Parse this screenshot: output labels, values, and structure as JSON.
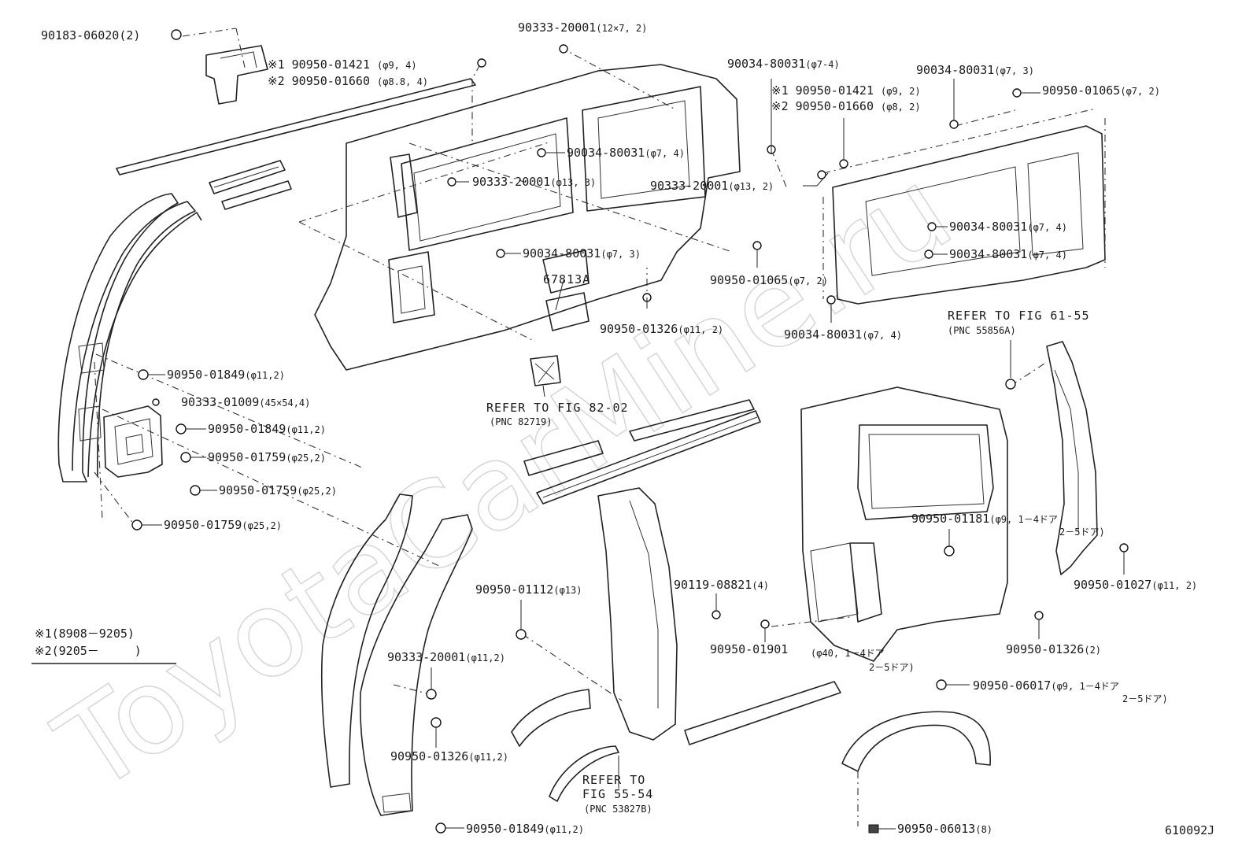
{
  "watermark": "ToyotaCarMine.ru",
  "figure_code": "610092J",
  "legend": {
    "line1": "※1(8908－9205)",
    "line2": "※2(9205－　　　)"
  },
  "callouts": [
    {
      "id": "c01",
      "part": "90183-06020",
      "spec": "(2)"
    },
    {
      "id": "c02",
      "part": "※1 90950-01421",
      "spec": "(φ9, 4)"
    },
    {
      "id": "c03",
      "part": "※2 90950-01660",
      "spec": "(φ8.8, 4)"
    },
    {
      "id": "c04",
      "part": "90333-20001",
      "spec": "(12×7, 2)"
    },
    {
      "id": "c05",
      "part": "90034-80031",
      "spec": "(φ7, 4)"
    },
    {
      "id": "c06",
      "part": "90333-20001",
      "spec": "(φ13, 3)"
    },
    {
      "id": "c07",
      "part": "90034-80031",
      "spec": "(φ7, 3)"
    },
    {
      "id": "c08",
      "part": "67813A",
      "spec": ""
    },
    {
      "id": "c09",
      "part": "90950-01326",
      "spec": "(φ11, 2)"
    },
    {
      "id": "c10",
      "part": "90034-80031",
      "spec": "(φ7-4)"
    },
    {
      "id": "c11",
      "part": "※1 90950-01421",
      "spec": "(φ9, 2)"
    },
    {
      "id": "c12",
      "part": "※2 90950-01660",
      "spec": "(φ8, 2)"
    },
    {
      "id": "c13",
      "part": "90333-20001",
      "spec": "(φ13, 2)"
    },
    {
      "id": "c14",
      "part": "90950-01065",
      "spec": "(φ7, 2)"
    },
    {
      "id": "c15",
      "part": "90034-80031",
      "spec": "(φ7, 4)"
    },
    {
      "id": "c16",
      "part": "90034-80031",
      "spec": "(φ7, 3)"
    },
    {
      "id": "c17",
      "part": "90950-01065",
      "spec": "(φ7, 2)"
    },
    {
      "id": "c18",
      "part": "90034-80031",
      "spec": "(φ7, 4)"
    },
    {
      "id": "c19",
      "part": "90034-80031",
      "spec": "(φ7, 4)"
    },
    {
      "id": "c20",
      "part": "90950-01849",
      "spec": "(φ11,2)"
    },
    {
      "id": "c21",
      "part": "90333-01009",
      "spec": "(45×54,4)"
    },
    {
      "id": "c22",
      "part": "90950-01849",
      "spec": "(φ11,2)"
    },
    {
      "id": "c23",
      "part": "90950-01759",
      "spec": "(φ25,2)"
    },
    {
      "id": "c24",
      "part": "90950-01759",
      "spec": "(φ25,2)"
    },
    {
      "id": "c25",
      "part": "90950-01759",
      "spec": "(φ25,2)"
    },
    {
      "id": "c26",
      "part": "90950-01181",
      "spec": "(φ9,  1－4ドア"
    },
    {
      "id": "c27",
      "part": "",
      "spec": "2－5ドア)"
    },
    {
      "id": "c28",
      "part": "90950-01027",
      "spec": "(φ11, 2)"
    },
    {
      "id": "c29",
      "part": "90950-01112",
      "spec": "(φ13)"
    },
    {
      "id": "c30",
      "part": "90119-08821",
      "spec": "(4)"
    },
    {
      "id": "c31",
      "part": "90950-01901",
      "spec": ""
    },
    {
      "id": "c32",
      "part": "",
      "spec": "(φ40,  1－4ドア"
    },
    {
      "id": "c33",
      "part": "",
      "spec": "2－5ドア)"
    },
    {
      "id": "c34",
      "part": "90950-01326",
      "spec": "(2)"
    },
    {
      "id": "c35",
      "part": "90333-20001",
      "spec": "(φ11,2)"
    },
    {
      "id": "c36",
      "part": "90950-01326",
      "spec": "(φ11,2)"
    },
    {
      "id": "c37",
      "part": "90950-06017",
      "spec": "(φ9,  1－4ドア"
    },
    {
      "id": "c38",
      "part": "",
      "spec": "2－5ドア)"
    },
    {
      "id": "c39",
      "part": "90950-01849",
      "spec": "(φ11,2)"
    },
    {
      "id": "c40",
      "part": "90950-06013",
      "spec": "(8)"
    }
  ],
  "references": [
    {
      "id": "r1",
      "line1": "REFER TO FIG 61-55",
      "line2": "(PNC 55856A)"
    },
    {
      "id": "r2",
      "line1": "REFER TO FIG 82-02",
      "line2": "(PNC 82719)"
    },
    {
      "id": "r3",
      "line1": "REFER TO",
      "line2": "FIG 55-54",
      "line3": "(PNC 53827B)"
    }
  ]
}
